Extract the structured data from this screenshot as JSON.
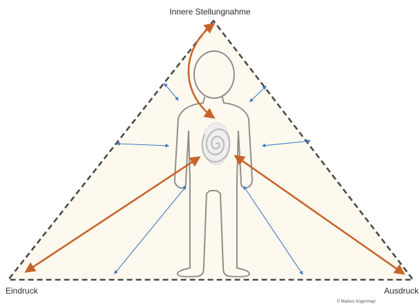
{
  "labels": {
    "top": "Innere Stellungnahme",
    "left": "Eindruck",
    "right": "Ausdruck",
    "copyright": "© Markus Angermayr"
  },
  "colors": {
    "triangle_fill": "#fdf9ee",
    "triangle_stroke": "#4a4a4a",
    "figure_stroke": "#8e8e8e",
    "orange_arrow": "#c8642a",
    "blue_arrow": "#3f78c2"
  },
  "icons": {
    "figure": "human-figure-outline",
    "chest": "spiral-icon"
  }
}
